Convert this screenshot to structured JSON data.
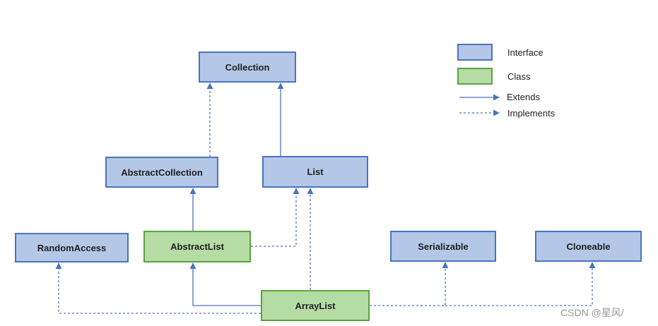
{
  "nodes": {
    "collection": "Collection",
    "abstract_collection": "AbstractCollection",
    "list": "List",
    "random_access": "RandomAccess",
    "abstract_list": "AbstractList",
    "serializable": "Serializable",
    "cloneable": "Cloneable",
    "array_list": "ArrayList"
  },
  "legend": {
    "interface": "Interface",
    "class": "Class",
    "extends": "Extends",
    "implements": "Implements"
  },
  "watermark": "CSDN @星风/",
  "colors": {
    "interface_fill": "#b4c7e7",
    "interface_border": "#4a73c0",
    "class_fill": "#b5dca4",
    "class_border": "#5aa33f",
    "edge": "#4a73c0"
  }
}
